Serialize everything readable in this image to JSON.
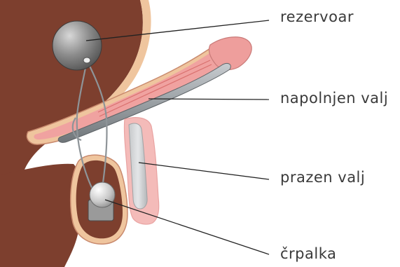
{
  "labels": {
    "reservoir": "rezervoar",
    "inflated_cylinder": "napolnjen valj",
    "empty_cylinder": "prazen valj",
    "pump": "črpalka"
  },
  "colors": {
    "body_brown": "#7d3f2e",
    "skin": "#efc59e",
    "tissue_pink": "#f0a2a0",
    "device_gray": "#9aa0a4",
    "leader_line": "#222222"
  }
}
